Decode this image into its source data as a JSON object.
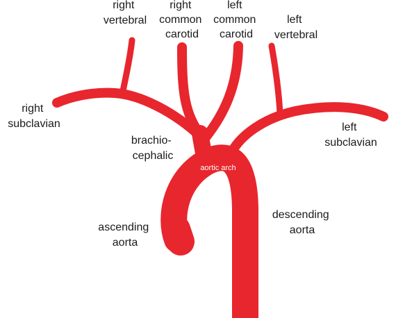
{
  "colors": {
    "vessel": "#e8262d",
    "label": "#1a1a1a",
    "inner_label": "#ffffff"
  },
  "labels": {
    "right_vertebral": [
      "right",
      "vertebral"
    ],
    "right_common_carotid": [
      "right",
      "common",
      "carotid"
    ],
    "left_common_carotid": [
      "left",
      "common",
      "carotid"
    ],
    "left_vertebral": [
      "left",
      "vertebral"
    ],
    "right_subclavian": [
      "right",
      "subclavian"
    ],
    "left_subclavian": [
      "left",
      "subclavian"
    ],
    "brachiocephalic": [
      "brachio-",
      "cephalic"
    ],
    "aortic_arch": "aortic arch",
    "ascending_aorta": [
      "ascending",
      "aorta"
    ],
    "descending_aorta": [
      "descending",
      "aorta"
    ]
  }
}
